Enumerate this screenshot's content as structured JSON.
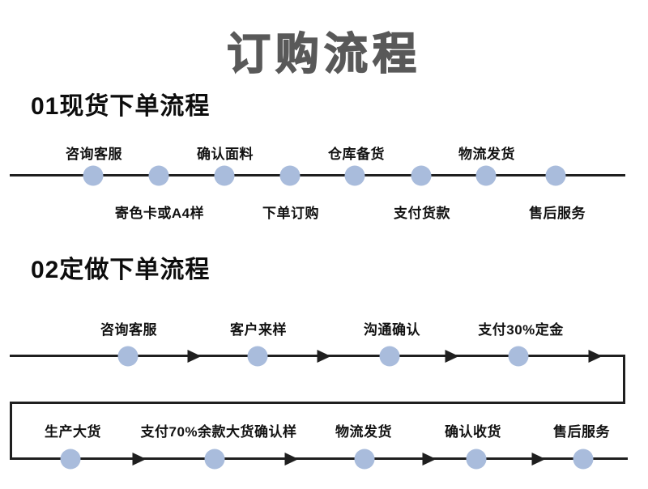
{
  "page_title": "订购流程",
  "sections": {
    "spot": {
      "header": "01现货下单流程",
      "steps": [
        "咨询客服",
        "寄色卡或A4样",
        "确认面料",
        "下单订购",
        "仓库备货",
        "支付货款",
        "物流发货",
        "售后服务"
      ]
    },
    "custom": {
      "header": "02定做下单流程",
      "row1_steps": [
        "咨询客服",
        "客户来样",
        "沟通确认",
        "支付30%定金"
      ],
      "row2_steps": [
        "生产大货",
        "支付70%余款大货确认样",
        "物流发货",
        "确认收货",
        "售后服务"
      ]
    }
  },
  "colors": {
    "dot": "#a9bcdc",
    "line": "#1f1f1f",
    "title": "#595959",
    "label": "#111111",
    "bg": "#ffffff"
  }
}
